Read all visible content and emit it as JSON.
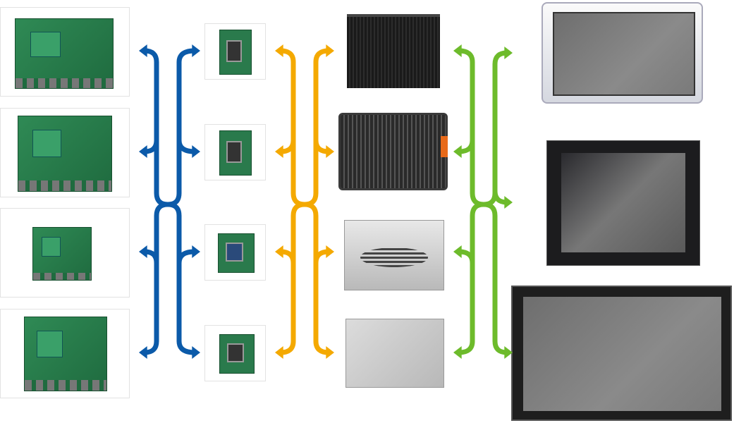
{
  "colors": {
    "blue": "#0b5aa9",
    "orange": "#f4a900",
    "green": "#6dbb2b"
  },
  "columns": [
    {
      "name": "carrier-boards",
      "items": [
        "carrier-board-1",
        "carrier-board-2",
        "carrier-board-3",
        "carrier-board-4"
      ]
    },
    {
      "name": "computer-modules",
      "items": [
        "module-1",
        "module-2",
        "module-3",
        "module-4"
      ]
    },
    {
      "name": "embedded-systems",
      "items": [
        "fanless-black-system",
        "black-system-orange-accent",
        "silver-vented-system",
        "silver-plate-system"
      ]
    },
    {
      "name": "display-panels",
      "items": [
        "silver-bezel-panel",
        "black-square-panel",
        "black-wide-panel"
      ]
    }
  ],
  "connectors": [
    {
      "color": "blue",
      "between": [
        "carrier-boards",
        "computer-modules"
      ]
    },
    {
      "color": "orange",
      "between": [
        "computer-modules",
        "embedded-systems"
      ]
    },
    {
      "color": "green",
      "between": [
        "embedded-systems",
        "display-panels"
      ]
    }
  ]
}
